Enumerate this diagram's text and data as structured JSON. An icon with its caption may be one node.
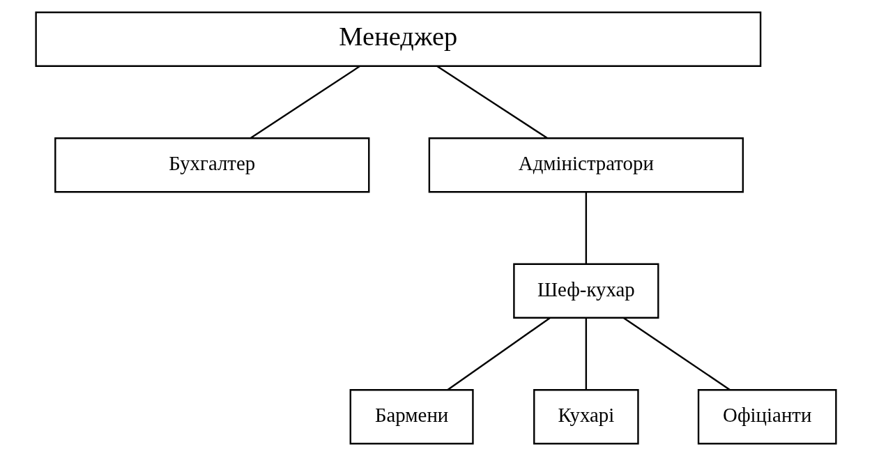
{
  "diagram": {
    "nodes": [
      {
        "text": [
          "Менеджер"
        ]
      },
      {
        "text": [
          "Бухгалтер"
        ]
      },
      {
        "text": [
          "Адміністратори"
        ]
      },
      {
        "text": [
          "Шеф-кухар"
        ]
      },
      {
        "text": [
          "Бармени"
        ]
      },
      {
        "text": [
          "Кухарі"
        ]
      },
      {
        "text": [
          "Офіціанти"
        ]
      }
    ],
    "edges": [
      {
        "from": 0,
        "to": 1,
        "arrow": "none"
      },
      {
        "from": 0,
        "to": 2,
        "arrow": "none"
      },
      {
        "from": 2,
        "to": 3,
        "arrow": "none"
      },
      {
        "from": 3,
        "to": 4,
        "arrow": "none"
      },
      {
        "from": 3,
        "to": 5,
        "arrow": "none"
      },
      {
        "from": 3,
        "to": 6,
        "arrow": "none"
      }
    ]
  }
}
